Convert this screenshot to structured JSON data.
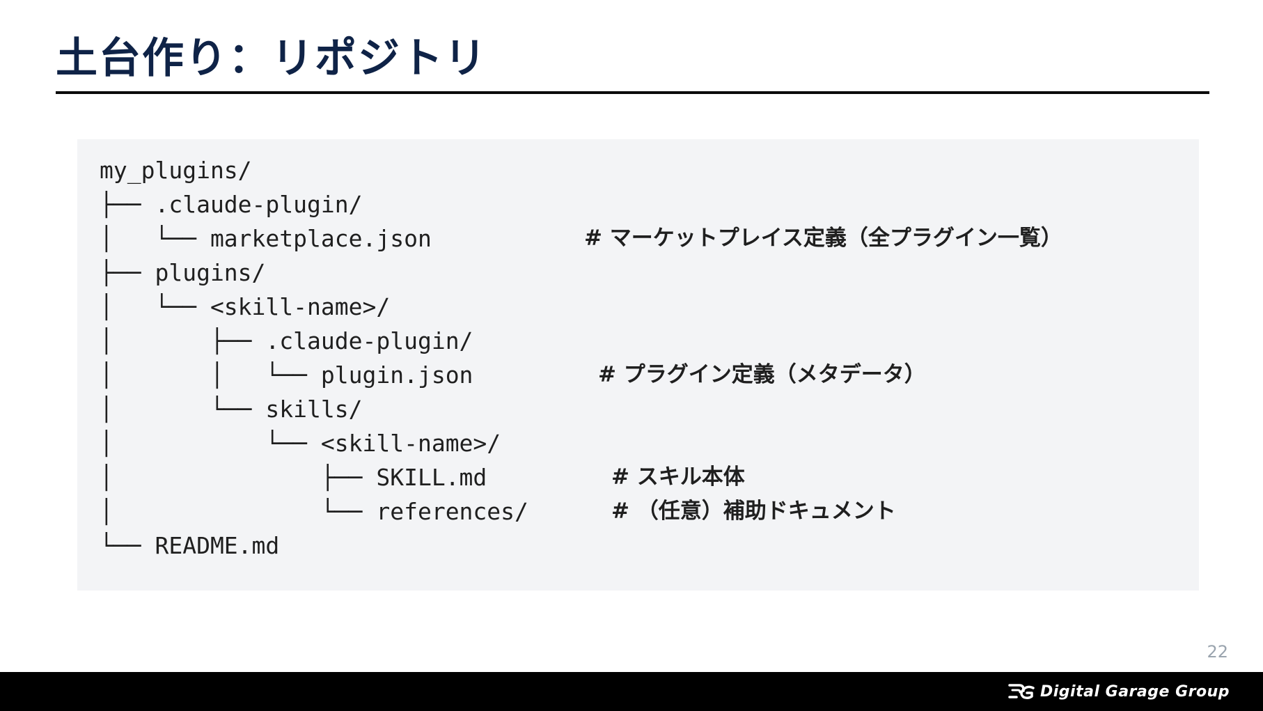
{
  "slide": {
    "title": "土台作り：リポジトリ",
    "page_number": "22"
  },
  "code": {
    "lines": [
      {
        "tree": "my_plugins/",
        "comment": ""
      },
      {
        "tree": "├── .claude-plugin/",
        "comment": ""
      },
      {
        "tree": "│   └── marketplace.json",
        "comment": "# マーケットプレイス定義（全プラグイン一覧）"
      },
      {
        "tree": "├── plugins/",
        "comment": ""
      },
      {
        "tree": "│   └── <skill-name>/",
        "comment": ""
      },
      {
        "tree": "│       ├── .claude-plugin/",
        "comment": ""
      },
      {
        "tree": "│       │   └── plugin.json",
        "comment": "# プラグイン定義（メタデータ）"
      },
      {
        "tree": "│       └── skills/",
        "comment": ""
      },
      {
        "tree": "│           └── <skill-name>/",
        "comment": ""
      },
      {
        "tree": "│               ├── SKILL.md",
        "comment": "# スキル本体"
      },
      {
        "tree": "│               └── references/",
        "comment": "# （任意）補助ドキュメント"
      },
      {
        "tree": "└── README.md",
        "comment": ""
      }
    ]
  },
  "footer": {
    "brand": "Digital Garage Group",
    "logo_icon": "digital-garage-logo-icon"
  }
}
